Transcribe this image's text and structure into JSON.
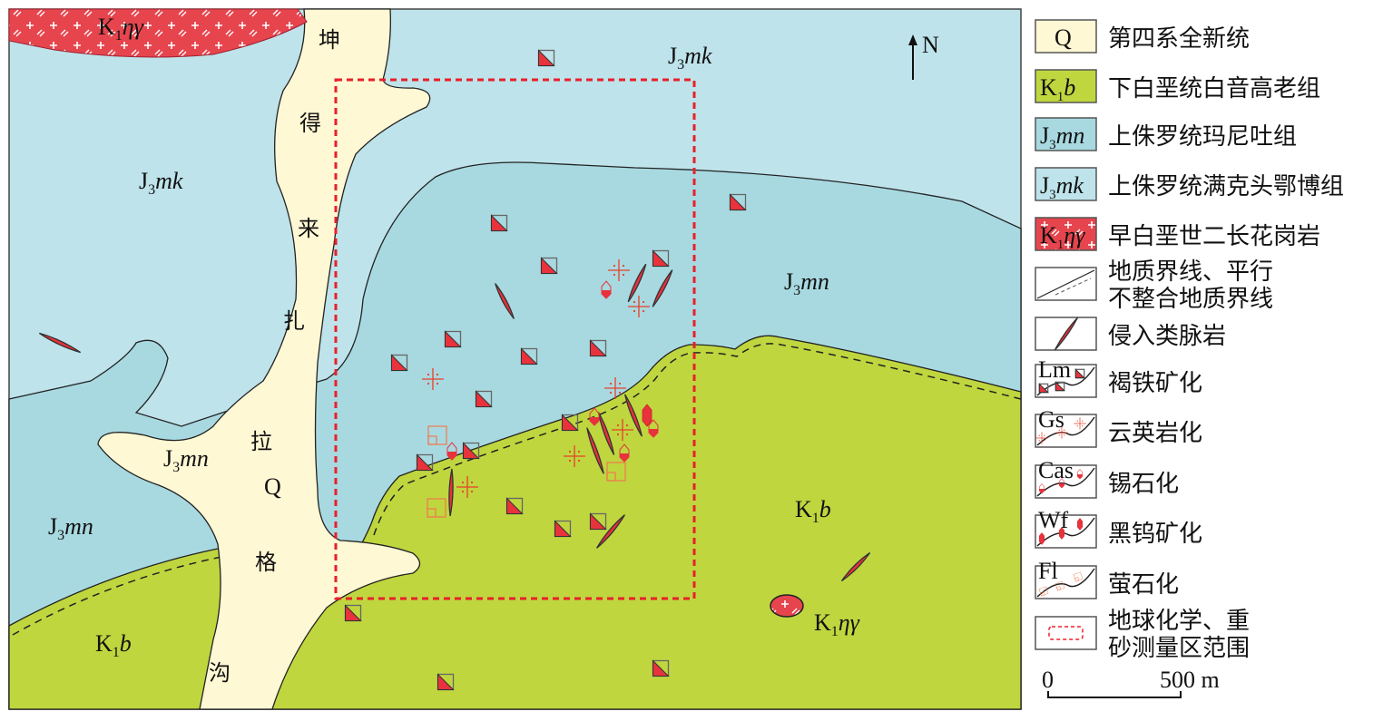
{
  "colors": {
    "Q": "#fff8d4",
    "K1b": "#bfd63f",
    "J3mn": "#a8d9e0",
    "J3mk": "#bee3eb",
    "granite": "#e6454e",
    "mineral": "#e8323c",
    "fluorite": "#f07a50",
    "survey_box": "#e8202a"
  },
  "map_labels": {
    "q_river": [
      "坤",
      "得",
      "来",
      "扎",
      "拉",
      "Q",
      "格",
      "沟"
    ],
    "granite_top": {
      "base": "K",
      "sub": "1",
      "ital": "ηγ"
    },
    "granite_small": {
      "base": "K",
      "sub": "1",
      "ital": "ηγ"
    },
    "j3mk_top": {
      "base": "J",
      "sub": "3",
      "ital": "mk"
    },
    "j3mk_left": {
      "base": "J",
      "sub": "3",
      "ital": "mk"
    },
    "j3mn_right": {
      "base": "J",
      "sub": "3",
      "ital": "mn"
    },
    "j3mn_mid": {
      "base": "J",
      "sub": "3",
      "ital": "mn"
    },
    "j3mn_left": {
      "base": "J",
      "sub": "3",
      "ital": "mn"
    },
    "k1b_right": {
      "base": "K",
      "sub": "1",
      "ital": "b"
    },
    "k1b_left": {
      "base": "K",
      "sub": "1",
      "ital": "b"
    },
    "north": "N"
  },
  "legend": [
    {
      "code": {
        "base": "Q",
        "sub": "",
        "ital": ""
      },
      "label": "第四系全新统"
    },
    {
      "code": {
        "base": "K",
        "sub": "1",
        "ital": "b"
      },
      "label": "下白垩统白音高老组"
    },
    {
      "code": {
        "base": "J",
        "sub": "3",
        "ital": "mn"
      },
      "label": "上侏罗统玛尼吐组"
    },
    {
      "code": {
        "base": "J",
        "sub": "3",
        "ital": "mk"
      },
      "label": "上侏罗统满克头鄂博组"
    },
    {
      "code": {
        "base": "K",
        "sub": "1",
        "ital": "ηγ"
      },
      "label": "早白垩世二长花岗岩"
    },
    {
      "code": null,
      "label": [
        "地质界线、平行",
        "不整合地质界线"
      ]
    },
    {
      "code": null,
      "label": "侵入类脉岩"
    },
    {
      "code": {
        "base": "Lm",
        "sub": "",
        "ital": ""
      },
      "label": "褐铁矿化"
    },
    {
      "code": {
        "base": "Gs",
        "sub": "",
        "ital": ""
      },
      "label": "云英岩化"
    },
    {
      "code": {
        "base": "Cas",
        "sub": "",
        "ital": ""
      },
      "label": "锡石化"
    },
    {
      "code": {
        "base": "Wf",
        "sub": "",
        "ital": ""
      },
      "label": "黑钨矿化"
    },
    {
      "code": {
        "base": "Fl",
        "sub": "",
        "ital": ""
      },
      "label": "萤石化"
    },
    {
      "code": null,
      "label": [
        "地球化学、重",
        "砂测量区范围"
      ]
    }
  ],
  "scale_bar": {
    "start": "0",
    "end": "500 m"
  }
}
